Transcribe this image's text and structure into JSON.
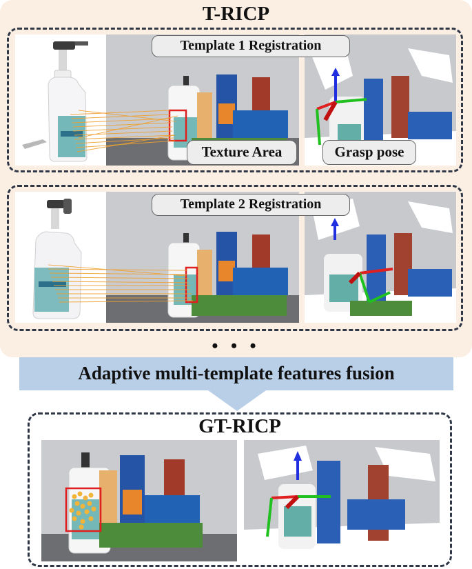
{
  "titles": {
    "top": "T-RICP",
    "bottom": "GT-RICP"
  },
  "rows": [
    {
      "registration_label": "Template 1 Registration",
      "texture_label": "Texture Area",
      "grasp_label": "Grasp pose"
    },
    {
      "registration_label": "Template 2 Registration"
    }
  ],
  "ellipsis": "• • •",
  "fusion_label": "Adaptive multi-template features fusion",
  "colors": {
    "panel_background": "#fbeee2",
    "fusion_band": "#b9cfe8",
    "dashed_border": "#2f3747",
    "texture_box": "#e02020",
    "match_lines": "#f0a030",
    "axis_x": "#e02020",
    "axis_y": "#20c020",
    "axis_z": "#2030e0"
  }
}
